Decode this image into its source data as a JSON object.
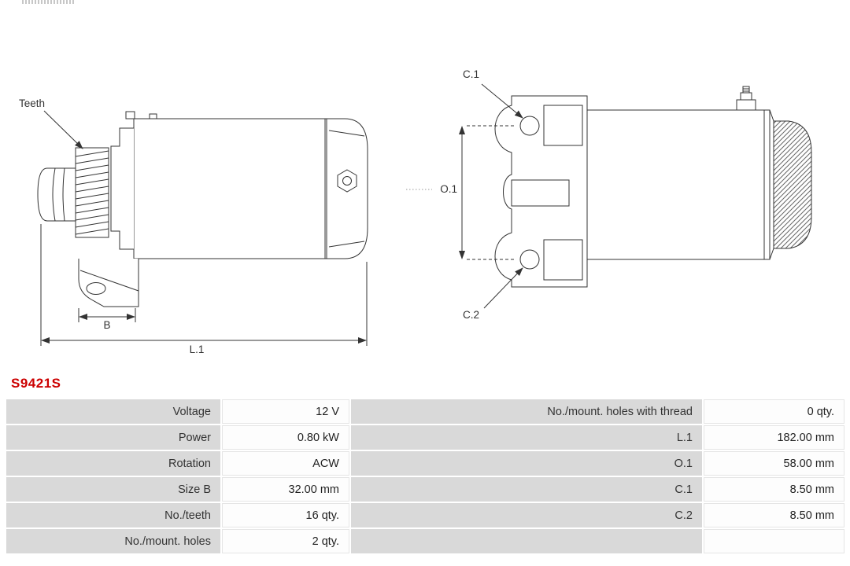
{
  "part_number": "S9421S",
  "accent_color": "#cc0000",
  "diagram": {
    "teeth_label": "Teeth",
    "dim_b": "B",
    "dim_l1": "L.1",
    "dim_c1": "C.1",
    "dim_c2": "C.2",
    "dim_o1": "O.1"
  },
  "table": {
    "rows": [
      {
        "l1": "Voltage",
        "v1": "12 V",
        "l2": "No./mount. holes with thread",
        "v2": "0 qty."
      },
      {
        "l1": "Power",
        "v1": "0.80 kW",
        "l2": "L.1",
        "v2": "182.00 mm"
      },
      {
        "l1": "Rotation",
        "v1": "ACW",
        "l2": "O.1",
        "v2": "58.00 mm"
      },
      {
        "l1": "Size B",
        "v1": "32.00 mm",
        "l2": "C.1",
        "v2": "8.50 mm"
      },
      {
        "l1": "No./teeth",
        "v1": "16 qty.",
        "l2": "C.2",
        "v2": "8.50 mm"
      },
      {
        "l1": "No./mount. holes",
        "v1": "2 qty.",
        "l2": "",
        "v2": ""
      }
    ]
  }
}
